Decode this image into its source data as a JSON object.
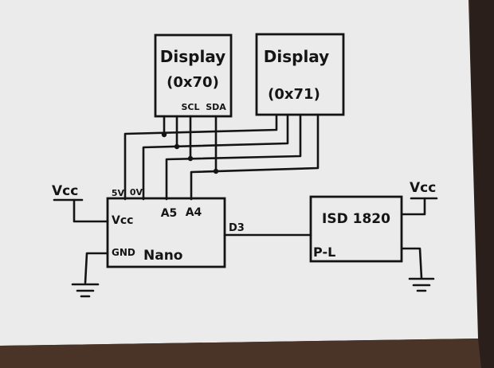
{
  "colors": {
    "paper": "#ebebeb",
    "ink": "#141414",
    "table": "#3a2a22"
  },
  "display_1": {
    "title": "Display",
    "address": "(0x70)",
    "pin_scl": "SCL",
    "pin_sda": "SDA"
  },
  "display_2": {
    "title": "Display",
    "address": "(0x71)"
  },
  "nano": {
    "name": "Nano",
    "pin_vcc": "Vcc",
    "pin_gnd": "GND",
    "pin_a5": "A5",
    "pin_a4": "A4",
    "pin_d3": "D3",
    "label_5v": "5V",
    "label_0v": "0V"
  },
  "isd": {
    "name": "ISD 1820",
    "pin_pl": "P-L"
  },
  "vcc_left": "Vcc",
  "vcc_right": "Vcc"
}
